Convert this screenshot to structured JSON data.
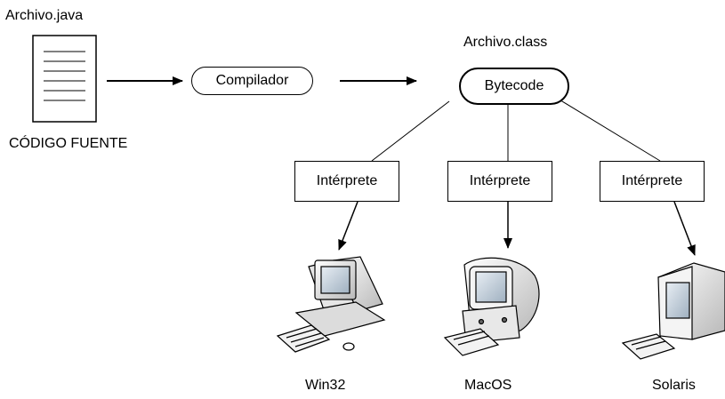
{
  "source": {
    "filename": "Archivo.java",
    "caption": "CÓDIGO FUENTE",
    "icon": "document-icon"
  },
  "compiler": {
    "label": "Compilador"
  },
  "output": {
    "filename": "Archivo.class",
    "label": "Bytecode"
  },
  "interpreters": [
    {
      "label": "Intérprete",
      "platform": "Win32",
      "icon": "tower-pc-icon"
    },
    {
      "label": "Intérprete",
      "platform": "MacOS",
      "icon": "imac-computer-icon"
    },
    {
      "label": "Intérprete",
      "platform": "Solaris",
      "icon": "workstation-computer-icon"
    }
  ]
}
